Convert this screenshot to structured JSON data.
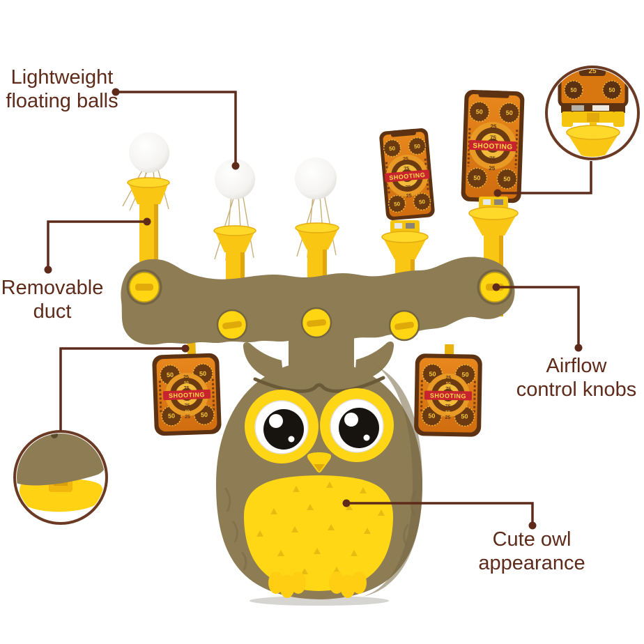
{
  "annotations": {
    "floating_balls": {
      "line1": "Lightweight",
      "line2": "floating balls"
    },
    "removable_duct": {
      "line1": "Removable",
      "line2": "duct"
    },
    "airflow_knobs": {
      "line1": "Airflow",
      "line2": "control knobs"
    },
    "owl_appearance": {
      "line1": "Cute owl",
      "line2": "appearance"
    }
  },
  "target": {
    "title": "SHOOTING",
    "score_outer": "25",
    "score_mid": "50",
    "score_inner": "75",
    "corner_score": "50",
    "callout_badge": "25"
  },
  "colors": {
    "annotation": "#5e2b1b",
    "callout_ring": "#6b3a24",
    "owl_brown": "#8d7c54",
    "toy_yellow": "#ffd611",
    "target_orange": "#e07b17",
    "target_border": "#5c3212",
    "band_red": "#c8242e",
    "ball_white": "#f4f3f1"
  }
}
